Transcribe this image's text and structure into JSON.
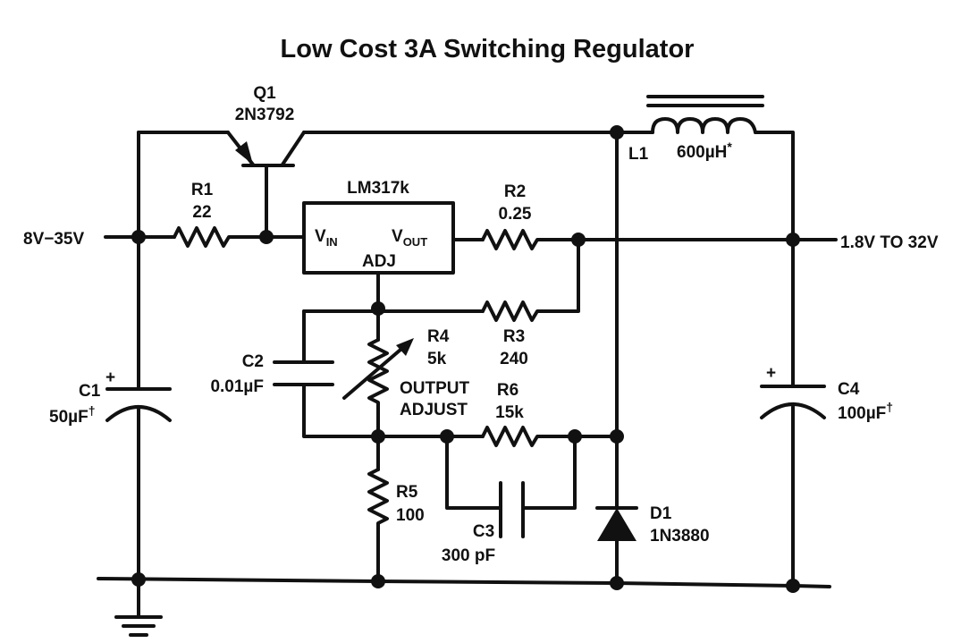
{
  "title": "Low Cost 3A Switching Regulator",
  "input": "8V−35V",
  "output": "1.8V TO 32V",
  "q1": {
    "ref": "Q1",
    "part": "2N3792"
  },
  "r1": {
    "ref": "R1",
    "value": "22"
  },
  "ic": {
    "part": "LM317k",
    "vin": "V",
    "vin_sub": "IN",
    "vout": "V",
    "vout_sub": "OUT",
    "adj": "ADJ"
  },
  "r2": {
    "ref": "R2",
    "value": "0.25"
  },
  "r3": {
    "ref": "R3",
    "value": "240"
  },
  "r4": {
    "ref": "R4",
    "value": "5k",
    "note1": "OUTPUT",
    "note2": "ADJUST"
  },
  "r5": {
    "ref": "R5",
    "value": "100"
  },
  "r6": {
    "ref": "R6",
    "value": "15k"
  },
  "c1": {
    "ref": "C1",
    "value": "50µF",
    "mark": "†"
  },
  "c2": {
    "ref": "C2",
    "value": "0.01µF"
  },
  "c3": {
    "ref": "C3",
    "value": "300 pF"
  },
  "c4": {
    "ref": "C4",
    "value": "100µF",
    "mark": "†"
  },
  "l1": {
    "ref": "L1",
    "value": "600µH",
    "mark": "*"
  },
  "d1": {
    "ref": "D1",
    "part": "1N3880"
  },
  "plus": "+"
}
